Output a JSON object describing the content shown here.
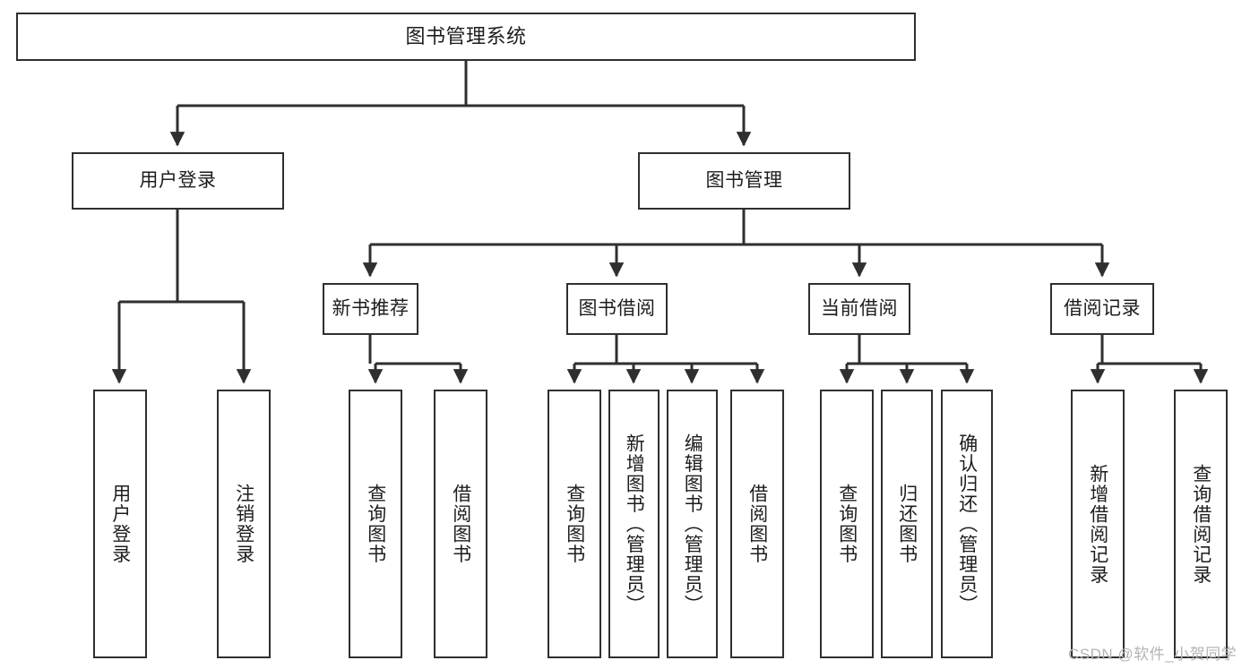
{
  "diagram": {
    "title": "图书管理系统",
    "type": "tree-hierarchy-chart",
    "colors": {
      "box_border": "#2f2f2f",
      "box_fill": "#ffffff",
      "connector": "#2f2f2f",
      "text": "#1d1d1d",
      "watermark": "#b4b4b4"
    },
    "watermark": "CSDN @软件_小贺同学",
    "nodes": {
      "root": {
        "label": "图书管理系统"
      },
      "level2": [
        {
          "label": "用户登录"
        },
        {
          "label": "图书管理"
        }
      ],
      "level3": [
        {
          "label": "新书推荐"
        },
        {
          "label": "图书借阅"
        },
        {
          "label": "当前借阅"
        },
        {
          "label": "借阅记录"
        }
      ],
      "leaves": {
        "user_login": [
          {
            "label": "用户登录"
          },
          {
            "label": "注销登录"
          }
        ],
        "new_book_recommend": [
          {
            "label": "查询图书"
          },
          {
            "label": "借阅图书"
          }
        ],
        "book_borrow": [
          {
            "label": "查询图书"
          },
          {
            "label": "新增图书（管理员）"
          },
          {
            "label": "编辑图书（管理员）"
          },
          {
            "label": "借阅图书"
          }
        ],
        "current_borrow": [
          {
            "label": "查询图书"
          },
          {
            "label": "归还图书"
          },
          {
            "label": "确认归还（管理员）"
          }
        ],
        "borrow_record": [
          {
            "label": "新增借阅记录"
          },
          {
            "label": "查询借阅记录"
          }
        ]
      }
    }
  }
}
